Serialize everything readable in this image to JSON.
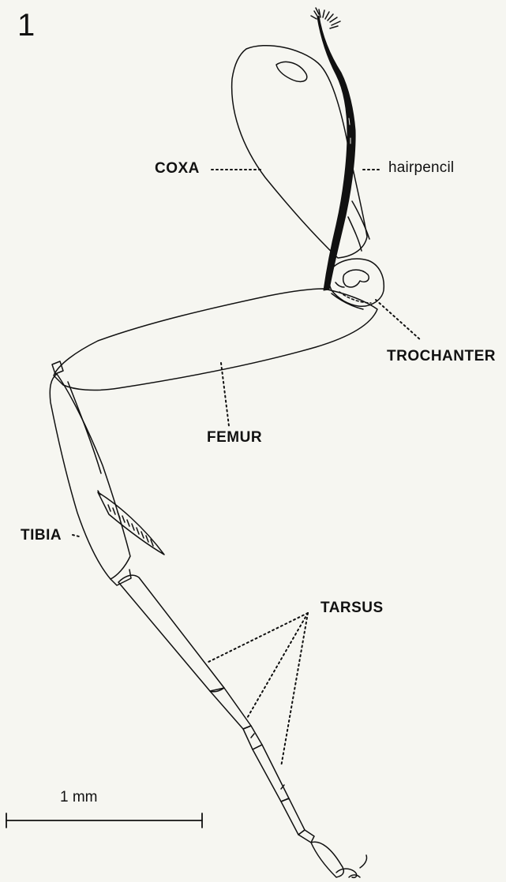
{
  "figure": {
    "number": "1",
    "labels": {
      "coxa": "COXA",
      "hairpencil": "hairpencil",
      "trochanter": "TROCHANTER",
      "femur": "FEMUR",
      "tibia": "TIBIA",
      "tarsus": "TARSUS"
    },
    "scale_bar": {
      "label": "1 mm"
    }
  }
}
